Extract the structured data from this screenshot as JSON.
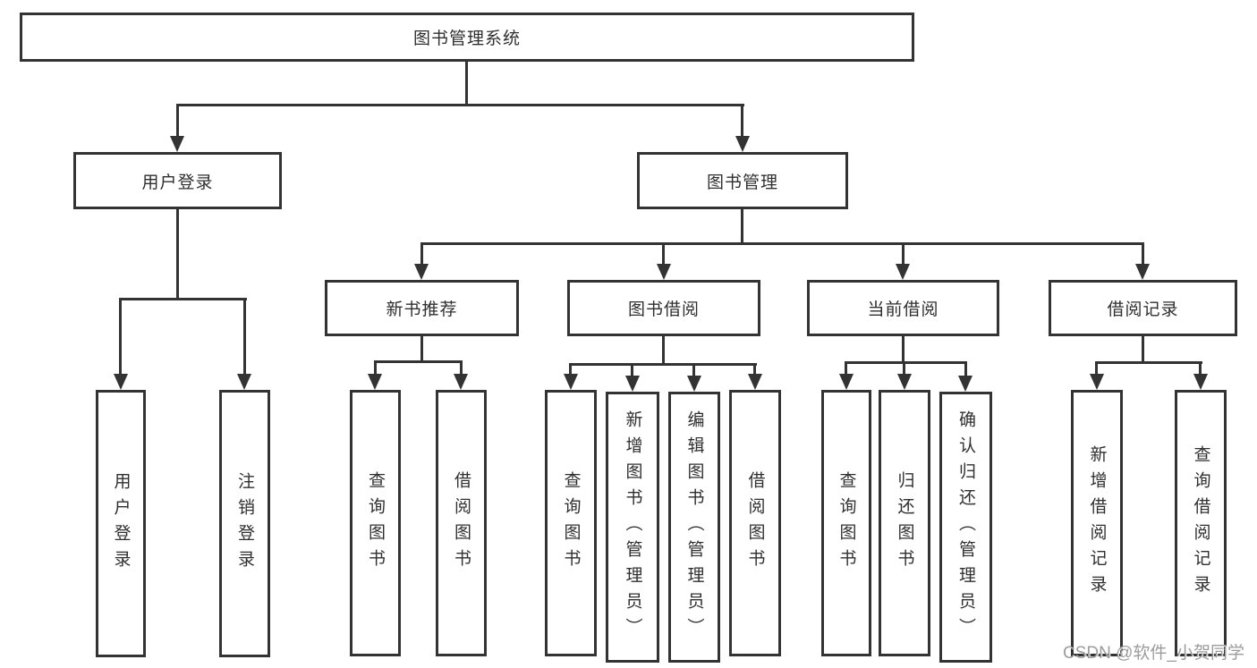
{
  "diagram": {
    "root": {
      "label": "图书管理系统"
    },
    "branches": [
      {
        "label": "用户登录",
        "children": [
          {
            "label": "用户登录"
          },
          {
            "label": "注销登录"
          }
        ]
      },
      {
        "label": "图书管理",
        "children": [
          {
            "label": "新书推荐",
            "children": [
              {
                "label": "查询图书"
              },
              {
                "label": "借阅图书"
              }
            ]
          },
          {
            "label": "图书借阅",
            "children": [
              {
                "label": "查询图书"
              },
              {
                "label": "新增图书（管理员）"
              },
              {
                "label": "编辑图书（管理员）"
              },
              {
                "label": "借阅图书"
              }
            ]
          },
          {
            "label": "当前借阅",
            "children": [
              {
                "label": "查询图书"
              },
              {
                "label": "归还图书"
              },
              {
                "label": "确认归还（管理员）"
              }
            ]
          },
          {
            "label": "借阅记录",
            "children": [
              {
                "label": "新增借阅记录"
              },
              {
                "label": "查询借阅记录"
              }
            ]
          }
        ]
      }
    ]
  },
  "watermark": {
    "text": "CSDN @软件_小贺同学"
  },
  "colors": {
    "line": "#333333",
    "text": "#2f2f2f",
    "background": "#ffffff",
    "watermark": "#9c9c9c"
  }
}
